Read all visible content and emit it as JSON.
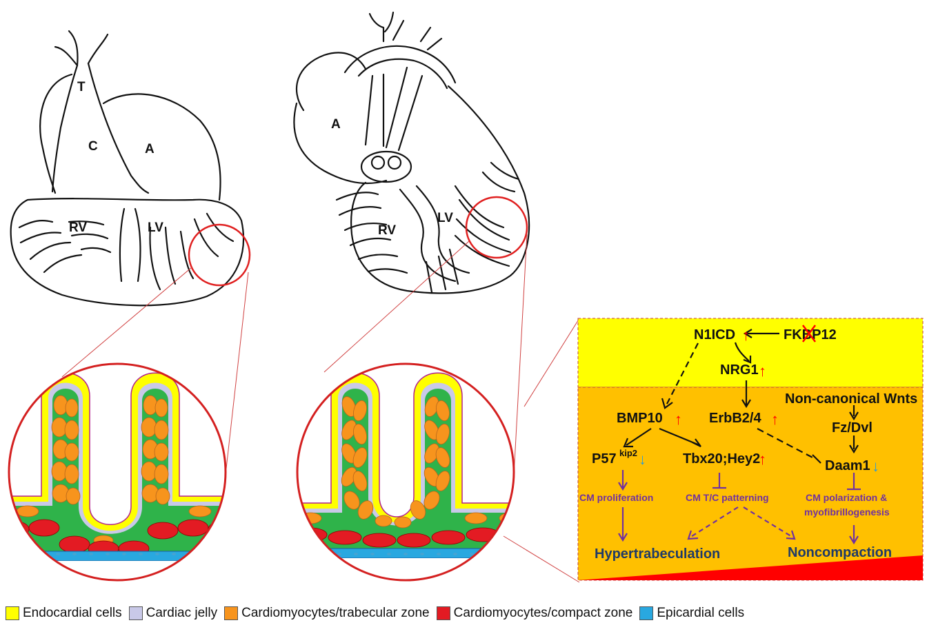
{
  "heart_left": {
    "labels": [
      "T",
      "C",
      "A",
      "RV",
      "LV"
    ]
  },
  "heart_right": {
    "labels": [
      "A",
      "RV",
      "LV"
    ]
  },
  "pathway": {
    "n1icd": "N1ICD",
    "fkbp12": "FKBP12",
    "nrg1": "NRG1",
    "bmp10": "BMP10",
    "erbb": "ErbB2/4",
    "wnts": "Non-canonical Wnts",
    "fzdvl": "Fz/Dvl",
    "p57": "P57",
    "p57_sup": "kip2",
    "tbx": "Tbx20;Hey2",
    "daam1": "Daam1",
    "cm_prolif": "CM proliferation",
    "cm_tc": "CM T/C patterning",
    "cm_pol_1": "CM polarization &",
    "cm_pol_2": "myofibrillogenesis",
    "hypertrab": "Hypertrabeculation",
    "noncomp": "Noncompaction",
    "up_arrow": "↑",
    "down_arrow": "↓"
  },
  "colors": {
    "yellow": "#ffff00",
    "orange": "#ffc000",
    "red": "#ff0000",
    "up_red": "#ff0000",
    "down_blue": "#2e9bd6",
    "purple": "#7030a0",
    "navy": "#1f3a68"
  },
  "legend": [
    {
      "label": "Endocardial cells",
      "color": "#ffff00"
    },
    {
      "label": "Cardiac jelly",
      "color": "#c9c9e8"
    },
    {
      "label": "Cardiomyocytes/trabecular zone",
      "color": "#f7941d"
    },
    {
      "label": "Cardiomyocytes/compact zone",
      "color": "#e31b23"
    },
    {
      "label": "Epicardial cells",
      "color": "#29a8e0"
    }
  ]
}
